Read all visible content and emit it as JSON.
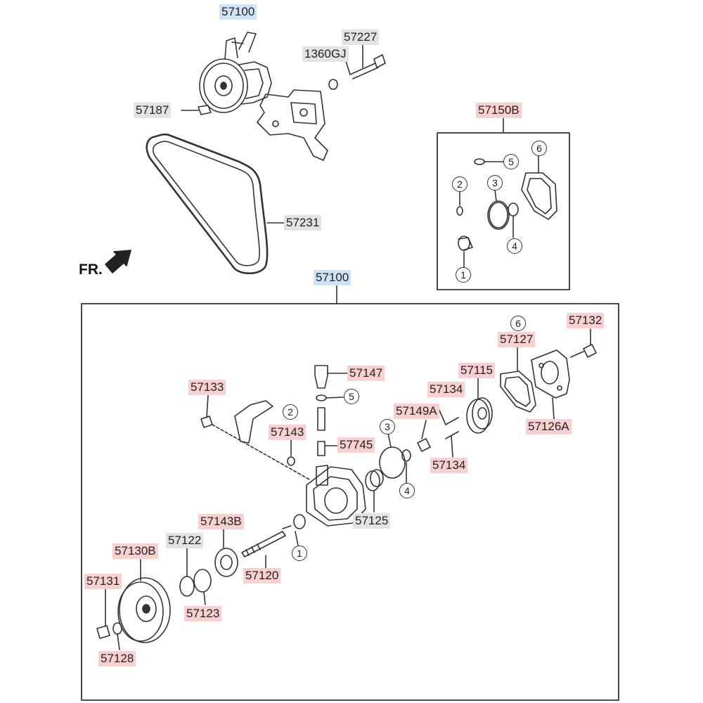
{
  "direction_label": "FR.",
  "labels": {
    "assy_top": "57100",
    "bolt_57227": "57227",
    "washer_1360gj": "1360GJ",
    "bolt_57187": "57187",
    "belt_57231": "57231",
    "kit_57150b": "57150B",
    "assy_main": "57100",
    "p57132": "57132",
    "p57127": "57127",
    "p57115": "57115",
    "p57147": "57147",
    "p57133": "57133",
    "p57134a": "57134",
    "p57149a": "57149A",
    "p57126a": "57126A",
    "p57143": "57143",
    "p57745": "57745",
    "p57134b": "57134",
    "p57125": "57125",
    "p57143b": "57143B",
    "p57122": "57122",
    "p57130b": "57130B",
    "p57120": "57120",
    "p57131": "57131",
    "p57123": "57123",
    "p57128": "57128"
  },
  "callouts": {
    "kit_6": "6",
    "kit_5": "5",
    "kit_2": "2",
    "kit_3": "3",
    "kit_4": "4",
    "kit_1": "1",
    "main_6": "6",
    "main_5": "5",
    "main_2": "2",
    "main_3": "3",
    "main_4": "4",
    "main_1": "1"
  }
}
